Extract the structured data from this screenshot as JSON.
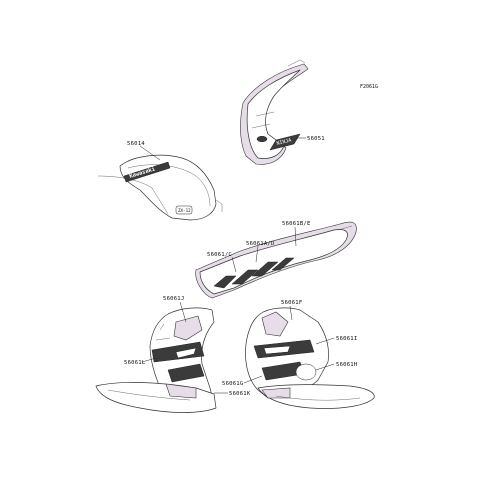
{
  "figure_code": "F2061G",
  "labels": {
    "l56014": "56014",
    "l56051": "56051",
    "l56061BE": "56061B/E",
    "l56061AD": "56061A/D",
    "l56061C": "56061/C",
    "l56061J": "56061J",
    "l56061F": "56061F",
    "l56061I": "56061I",
    "l56061H": "56061H",
    "l56061L": "56061L",
    "l56061G": "56061G",
    "l56061K": "56061K"
  },
  "decal_text": {
    "tank_brand": "Kawasaki",
    "tank_badge": "ZX-12",
    "cowl_logo": "NINJA"
  },
  "colors": {
    "panel_shade": "#e6dde9",
    "decal_dark": "#3b3b3b",
    "line": "#333333"
  }
}
